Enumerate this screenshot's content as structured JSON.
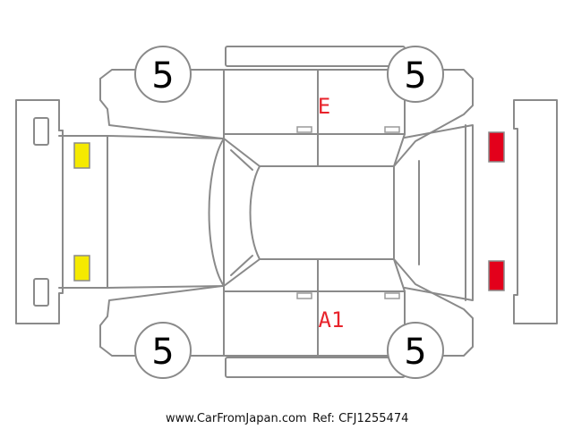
{
  "tires": {
    "front_left": "5",
    "rear_left": "5",
    "front_right": "5",
    "rear_right": "5"
  },
  "damage_codes": {
    "top_door": "E",
    "bottom_door": "A1"
  },
  "colors": {
    "damage_text": "#e8232b",
    "front_lights": "#f5ea00",
    "rear_lights": "#e3001b",
    "outline": "#8a8a8a"
  },
  "footer": {
    "site": "www.CarFromJapan.com",
    "ref": "Ref: CFJ1255474"
  }
}
